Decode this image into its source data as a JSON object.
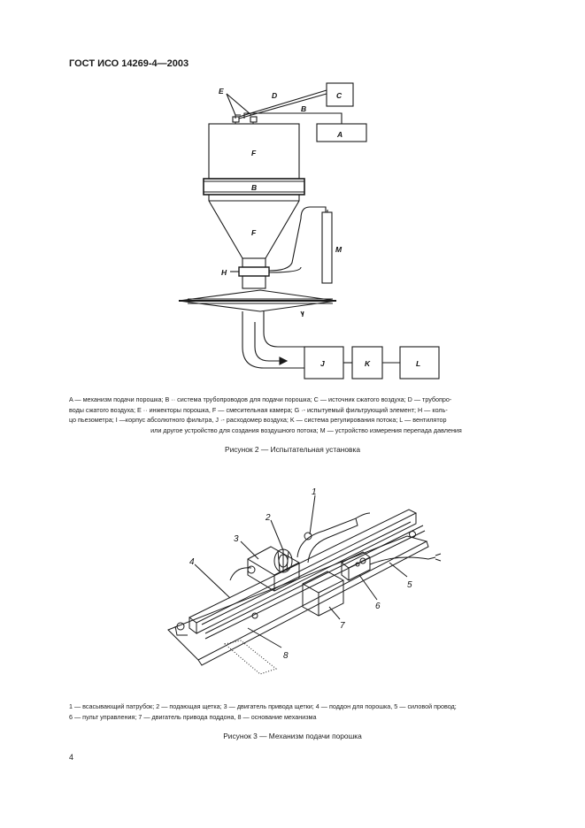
{
  "header": {
    "standard": "ГОСТ ИСО 14269-4—2003"
  },
  "figure2": {
    "labels": {
      "A": "A",
      "B_top": "B",
      "B_mid": "B",
      "C": "C",
      "D": "D",
      "E": "E",
      "F_top": "F",
      "F_low": "F",
      "H": "H",
      "I": "I",
      "J": "J",
      "K": "K",
      "L": "L",
      "M": "M"
    },
    "legend_line1": "A — механизм подачи порошка; B ·· система трубопроводов для подачи порошка; C — источник сжатого воздуха; D — трубопро-",
    "legend_line2": "воды сжатого воздуха; E ·· инжекторы порошка, F — смесительная камера; G ·- испытуемый фильтрующий элемент; H — коль-",
    "legend_line3": "цо пьезометра; I —корпус абсолютного фильтра, J ·- расходомер воздуха; K — система регулирования потока; L — вентилятор",
    "legend_line4": "или другое устройство для создания воздушного потока; M — устройство измерения перепада давления",
    "caption": "Рисунок 2 — Испытательная установка"
  },
  "figure3": {
    "labels": {
      "n1": "1",
      "n2": "2",
      "n3": "3",
      "n4": "4",
      "n5": "5",
      "n6": "6",
      "n7": "7",
      "n8": "8"
    },
    "legend_line1": "1 — всасывающий патрубок; 2 — подающая щетка; 3 — двигатель привода щетки; 4 — поддон для порошка, 5 — силовой провод;",
    "legend_line2": "6 — пульт управления; 7 — двигатель привода поддона, 8 — основание механизма",
    "caption": "Рисунок 3 — Механизм подачи порошка"
  },
  "footer": {
    "page_number": "4"
  }
}
